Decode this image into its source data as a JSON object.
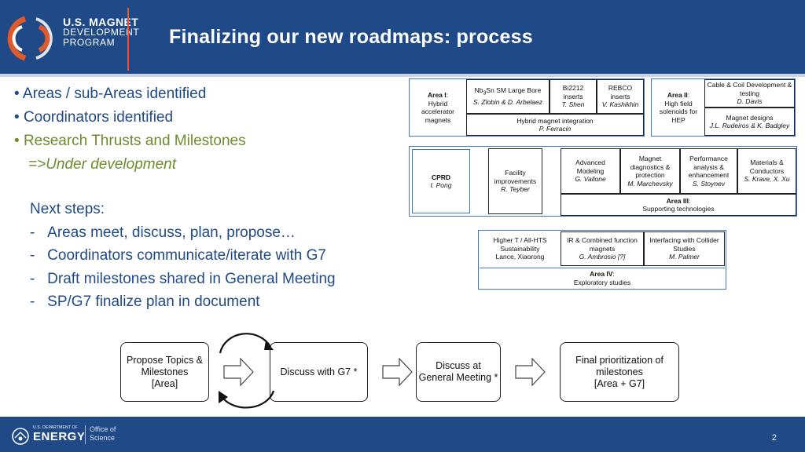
{
  "header": {
    "logo": {
      "line1": "U.S. MAGNET",
      "line2": "DEVELOPMENT",
      "line3": "PROGRAM"
    },
    "title": "Finalizing our new roadmaps: process"
  },
  "bullets": [
    "Areas / sub-Areas identified",
    "Coordinators identified",
    "Research Thrusts and Milestones"
  ],
  "bullet_sub": "=>Under development",
  "next_steps": {
    "heading": "Next steps:",
    "items": [
      "Areas meet, discuss, plan, propose…",
      "Coordinators communicate/iterate with G7",
      "Draft milestones shared in General Meeting",
      "SP/G7 finalize plan in document"
    ]
  },
  "area1": {
    "label_bold": "Area I",
    "label_rest": "Hybrid accelerator magnets",
    "nb3sn": {
      "title_pre": "Nb",
      "title_sub": "3",
      "title_post": "Sn SM Large Bore",
      "who": "S. Zlobin & D. Arbelaez"
    },
    "bi2212": {
      "title": "Bi2212 inserts",
      "who": "T. Shen"
    },
    "rebco": {
      "title": "REBCO inserts",
      "who": "V. Kashikhin"
    },
    "hybrid": {
      "title": "Hybrid magnet integration",
      "who": "P. Ferracin"
    }
  },
  "area2": {
    "label_bold": "Area II",
    "label_rest": "High field solenoids for HEP",
    "cable": {
      "title": "Cable & Coil Development & testing",
      "who": "D. Davis"
    },
    "designs": {
      "title": "Magnet designs",
      "who": "J.L. Rudeiros & K. Badgley"
    }
  },
  "area3": {
    "cprd": {
      "title": "CPRD",
      "who": "I. Pong"
    },
    "facility": {
      "title": "Facility improvements",
      "who": "R. Teyber"
    },
    "modeling": {
      "title": "Advanced Modeling",
      "who": "G. Vallone"
    },
    "diag": {
      "title": "Magnet diagnostics & protection",
      "who": "M. Marchevsky"
    },
    "perf": {
      "title": "Performance analysis & enhancement",
      "who": "S. Stoynev"
    },
    "materials": {
      "title": "Materials & Conductors",
      "who": "S. Krave, X. Xu"
    },
    "label_bold": "Area III",
    "label_rest": "Supporting technologies"
  },
  "area4": {
    "hts": {
      "title": "Higher T / All-HTS Sustainability",
      "who": "Lance, Xiaorong"
    },
    "ir": {
      "title": "IR & Combined function magnets",
      "who": "G. Ambrosio [?]"
    },
    "collider": {
      "title": "Interfacing with Collider Studies",
      "who": "M. Palmer"
    },
    "label_bold": "Area IV",
    "label_rest": "Exploratory studies"
  },
  "flow": {
    "propose": [
      "Propose Topics &",
      "Milestones",
      "[Area]"
    ],
    "g7": "Discuss with G7 *",
    "general": [
      "Discuss at",
      "General Meeting *"
    ],
    "final": [
      "Final prioritization of",
      "milestones",
      "[Area + G7]"
    ]
  },
  "footer": {
    "doe_small": "U.S. DEPARTMENT OF",
    "doe_big": "ENERGY",
    "office1": "Office of",
    "office2": "Science",
    "page": "2"
  },
  "colors": {
    "primary": "#1f4a87",
    "accent": "#6f8b2a",
    "box_border": "#3f78c6",
    "logo_orange": "#e05a2b"
  }
}
